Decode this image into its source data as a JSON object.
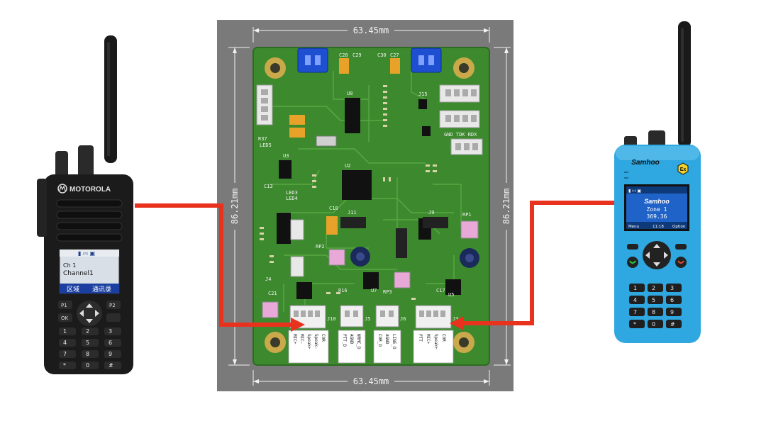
{
  "colors": {
    "wire": "#e8321e",
    "board": "#3d8a2e",
    "board_frame": "#7a7a7a",
    "radio_left_body": "#1b1b1b",
    "radio_right_body": "#2fa7e0"
  },
  "dimensions": {
    "width_top": "63.45mm",
    "width_bottom": "63.45mm",
    "height_left": "86.21mm",
    "height_right": "86.21mm"
  },
  "left_radio": {
    "brand": "MOTOROLA",
    "screen_line1": "Ch 1",
    "screen_line2": "Channel1",
    "softkey_left": "区域",
    "softkey_right": "通讯录",
    "key_p1": "P1",
    "key_p2": "P2",
    "key_ok": "OK",
    "keys": [
      "1",
      "2",
      "3",
      "4",
      "5",
      "6",
      "7",
      "8",
      "9",
      "*",
      "0",
      "#"
    ]
  },
  "right_radio": {
    "brand": "Samhoo",
    "ex_mark": "Ex",
    "screen_brand": "Samhoo",
    "screen_zone": "Zone 1",
    "screen_freq": "369.36",
    "soft_left": "Menu",
    "soft_mid": "11:18",
    "soft_right": "Option",
    "keys": [
      "1",
      "2",
      "3",
      "4",
      "5",
      "6",
      "7",
      "8",
      "9",
      "*",
      "0",
      "#"
    ]
  },
  "pcb": {
    "connector_j10_pins": [
      "MIC+",
      "MIC-",
      "Speak+",
      "Speak-",
      "COR"
    ],
    "connector_j5_pins": [
      "PTT_D",
      "AGND",
      "NRMC_D"
    ],
    "connector_j6_pins": [
      "COR_D",
      "AGND",
      "LINE_D"
    ],
    "connector_j3_pins": [
      "PTT",
      "MIC+",
      "Speak+",
      "COR"
    ]
  }
}
